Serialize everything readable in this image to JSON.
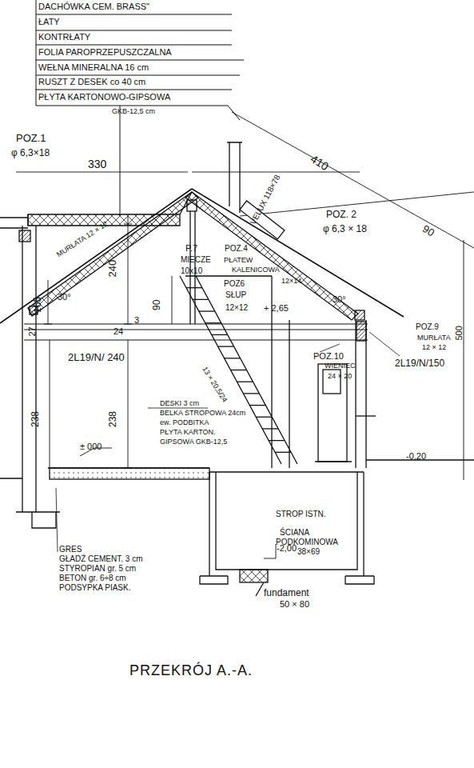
{
  "diagram": {
    "title": "PRZEKRÓJ A.-A.",
    "labels": [
      "DACHÓWKA CEM. BRASS\"",
      "ŁATY",
      "KONTRŁATY",
      "FOLIA PAROPRZEPUSZCZALNA",
      "WEŁNA MINERALNA 16 cm",
      "RUSZT Z DESEK co 40 cm",
      "PŁYTA KARTONOWO-GIPSOWA",
      "GKB-12,5 cm",
      "POZ.1",
      "φ 6,3×18",
      "330",
      "410",
      "VELUX 118×78",
      "POZ. 2",
      "φ 6,3 × 18",
      "90",
      "MURŁATA 12 × 12",
      "P.7",
      "MIECZE",
      "10x10",
      "240",
      "POZ.4",
      "PŁATEW",
      "KALENICOWA",
      "12×14",
      "POZ6",
      "SŁUP",
      "12×12",
      "+ 2,65",
      "30°",
      "30°",
      "165",
      "90",
      "27",
      "24",
      "3",
      "POZ.9",
      "MURŁATA",
      "12 × 12",
      "500",
      "2L19/N/ 240",
      "2L19/N/150",
      "POZ.10",
      "WIENIEC",
      "24 × 20",
      "13 × 20,5/24",
      "238",
      "238",
      "DESKI 3 cm",
      "BELKA STROPOWA 24cm",
      "ew. PODBITKA",
      "PŁYTA KARTON.",
      "GIPSOWA GKB-12,5",
      "± 000",
      "-0,20",
      "STROP ISTN.",
      "ŚCIANA",
      "PODKOMINOWA",
      "38×69",
      "-2,00",
      "fundament",
      "50 × 80",
      "GRES",
      "GŁADŹ CEMENT. 3 cm",
      "STYROPIAN gr. 5 cm",
      "BETON gr. 6÷8 cm",
      "PODSYPKA PIASK."
    ]
  }
}
